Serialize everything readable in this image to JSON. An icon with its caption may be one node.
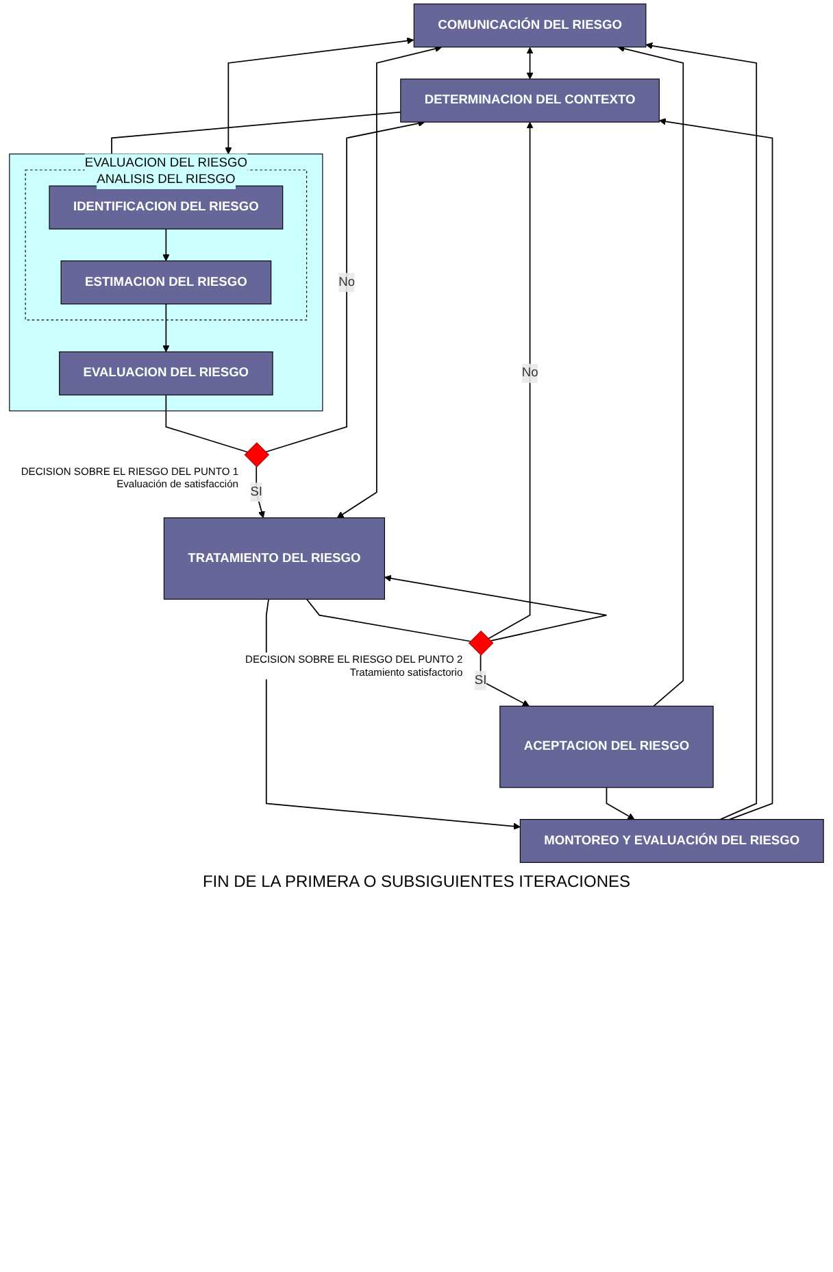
{
  "diagram": {
    "nodes": [
      {
        "text": [
          "COMUNICACIÓN DEL RIESGO"
        ]
      },
      {
        "text": [
          "DETERMINACION DEL CONTEXTO"
        ]
      },
      {
        "text": [
          "MONTOREO Y EVALUACIÓN DEL RIESGO"
        ]
      },
      {
        "text": [
          "EVALUACION DEL RIESGO"
        ]
      },
      {
        "text": [
          "ANALISIS DEL RIESGO"
        ],
        "in": 3
      },
      {
        "text": [
          "IDENTIFICACION DEL RIESGO"
        ],
        "in": 4
      },
      {
        "text": [
          "ESTIMACION DEL RIESGO"
        ],
        "in": 4
      },
      {
        "text": [
          "EVALUACION DEL RIESGO"
        ],
        "in": 3
      },
      {
        "text": [],
        "shape": "diamond",
        "beside": [
          "DECISION SOBRE EL RIESGO DEL PUNTO 1",
          "Evaluación de satisfacción"
        ]
      },
      {
        "text": [
          "TRATAMIENTO DEL RIESGO"
        ]
      },
      {
        "text": [],
        "shape": "diamond",
        "beside": [
          "DECISION SOBRE EL RIESGO DEL PUNTO 2",
          "Tratamiento satisfactorio"
        ]
      },
      {
        "text": [
          "ACEPTACION DEL RIESGO"
        ]
      }
    ],
    "edges": [
      {
        "from": 2,
        "to": 0,
        "arrow": "to"
      },
      {
        "from": 2,
        "to": 1,
        "arrow": "to"
      },
      {
        "from": 0,
        "to": 1,
        "arrow": "both"
      },
      {
        "from": 1,
        "to": 5,
        "arrow": "to"
      },
      {
        "from": 0,
        "to": 3,
        "arrow": "both"
      },
      {
        "from": 5,
        "to": 6,
        "arrow": "to"
      },
      {
        "from": 6,
        "to": 7,
        "arrow": "to"
      },
      {
        "from": 7,
        "to": 8,
        "arrow": "none"
      },
      {
        "from": 8,
        "to": 1,
        "label": "No",
        "arrow": "to"
      },
      {
        "from": 8,
        "to": 9,
        "label": "SI",
        "arrow": "to"
      },
      {
        "from": 0,
        "to": 9,
        "arrow": "both"
      },
      {
        "from": 9,
        "to": 2,
        "arrow": "to"
      },
      {
        "from": 9,
        "to": 10,
        "arrow": "none"
      },
      {
        "from": 10,
        "to": 1,
        "label": "No",
        "arrow": "to"
      },
      {
        "from": 10,
        "to": 9,
        "arrow": "to"
      },
      {
        "from": 10,
        "to": 11,
        "label": "SI",
        "arrow": "to"
      },
      {
        "from": 11,
        "to": 0,
        "arrow": "to"
      },
      {
        "from": 11,
        "to": 2,
        "arrow": "to"
      }
    ],
    "labels": [
      "FIN DE LA PRIMERA O SUBSIGUIENTES ITERACIONES"
    ]
  }
}
